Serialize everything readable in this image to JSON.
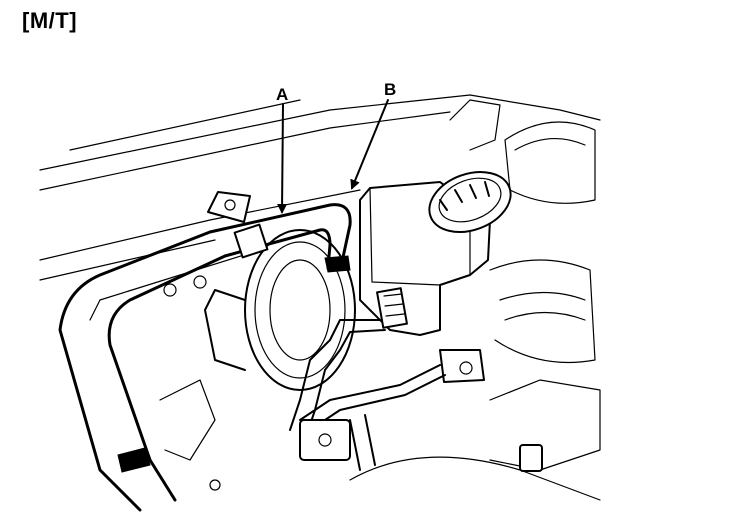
{
  "header": {
    "title": "[M/T]"
  },
  "callouts": [
    {
      "id": "A",
      "label": "A"
    },
    {
      "id": "B",
      "label": "B"
    }
  ]
}
